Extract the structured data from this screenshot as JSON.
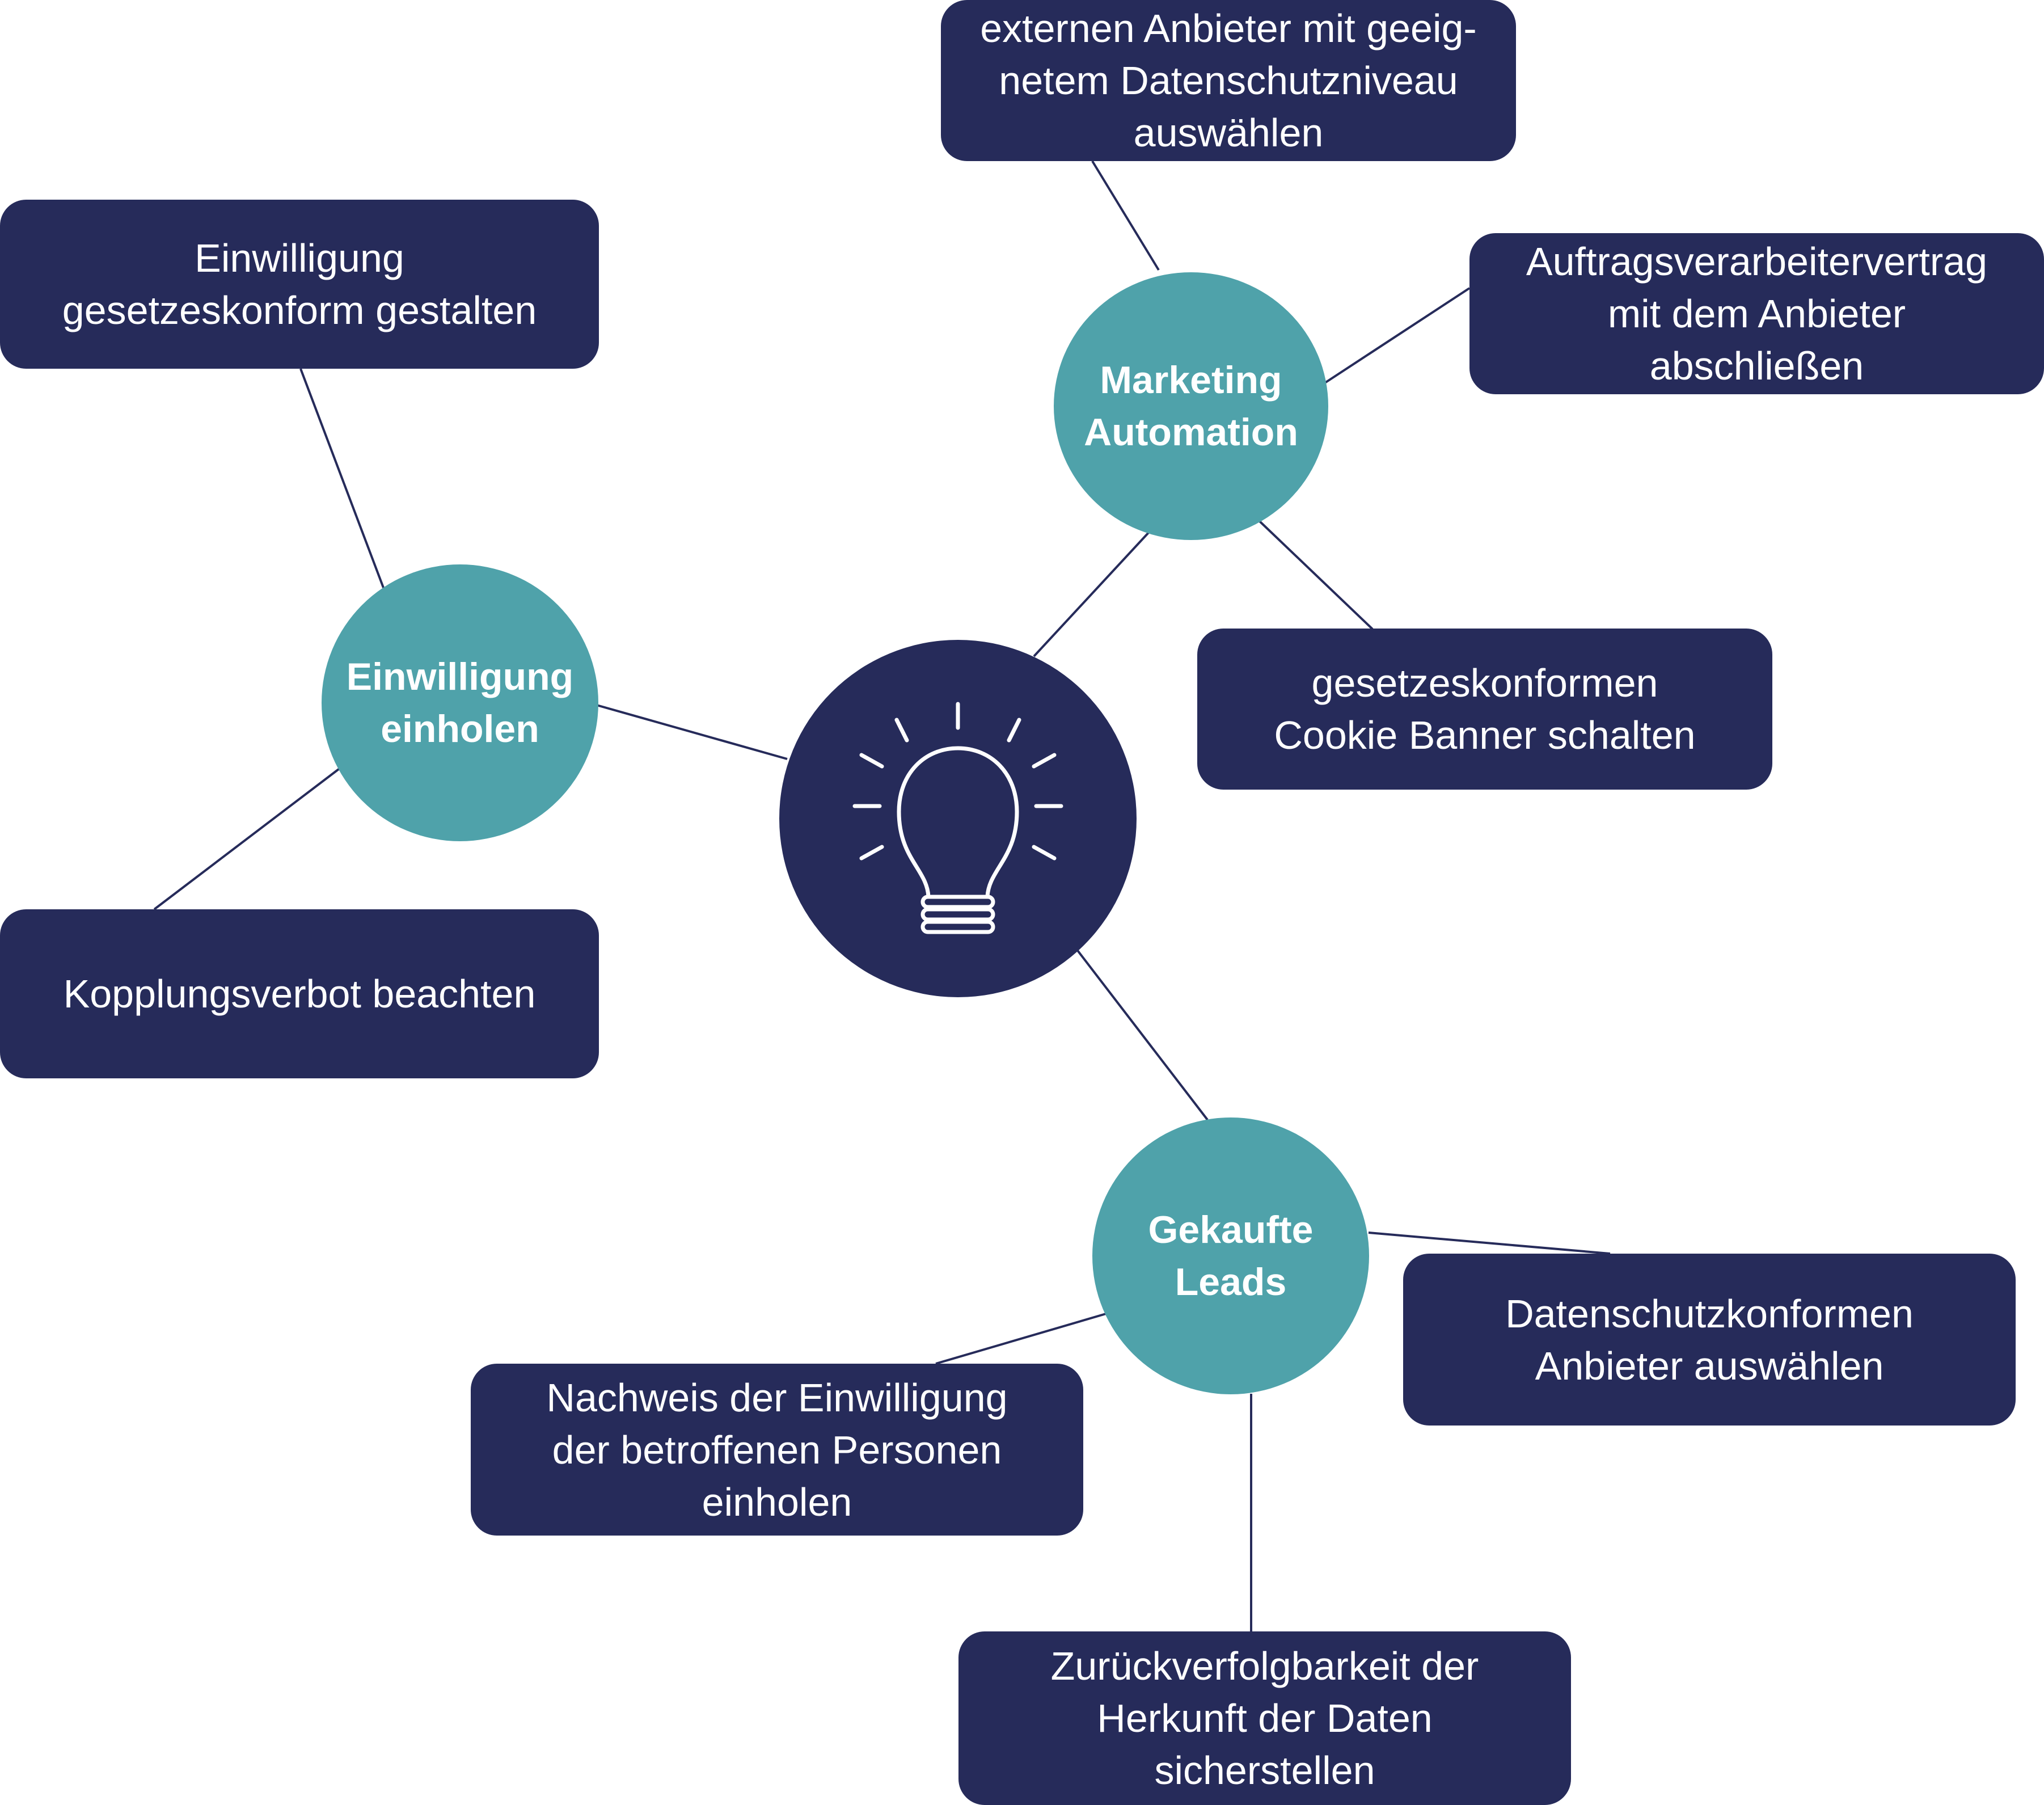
{
  "diagram": {
    "center": {
      "icon": "lightbulb-icon"
    },
    "topics": [
      {
        "label": "Marketing\nAutomation"
      },
      {
        "label": "Einwilligung\neinholen"
      },
      {
        "label": "Gekaufte\nLeads"
      }
    ],
    "items": [
      {
        "label": "externen Anbieter mit geeig-\nnetem Datenschutzniveau\nauswählen"
      },
      {
        "label": "Auftragsverarbeitervertrag\nmit dem Anbieter\nabschließen"
      },
      {
        "label": "gesetzeskonformen\nCookie Banner schalten"
      },
      {
        "label": "Einwilligung\ngesetzeskonform gestalten"
      },
      {
        "label": "Kopplungsverbot beachten"
      },
      {
        "label": "Nachweis der Einwilligung\nder betroffenen Personen\neinholen"
      },
      {
        "label": "Datenschutzkonformen\nAnbieter auswählen"
      },
      {
        "label": "Zurückverfolgbarkeit der\nHerkunft der Daten\nsicherstellen"
      }
    ],
    "colors": {
      "box": "#262b5a",
      "circle": "#4fa2aa",
      "line": "#262b5a",
      "text": "#ffffff"
    }
  }
}
